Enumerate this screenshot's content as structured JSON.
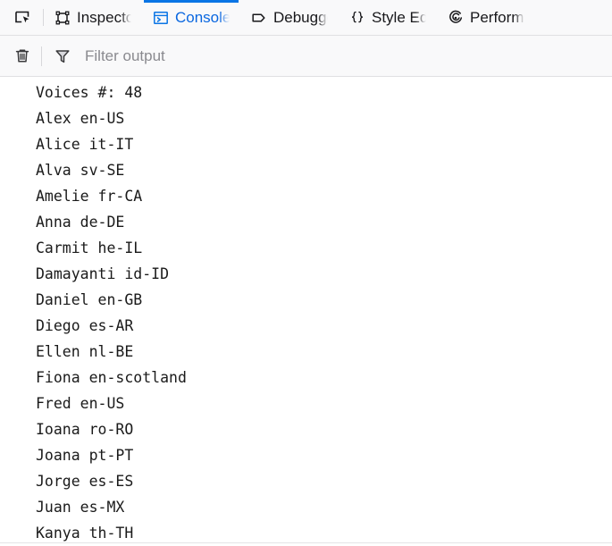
{
  "toolbar": {
    "picker": {
      "name": "element-picker",
      "tooltip": "Pick an element from the page"
    },
    "tabs": [
      {
        "id": "inspector",
        "label": "Inspector",
        "icon": "inspector-icon",
        "selected": false
      },
      {
        "id": "console",
        "label": "Console",
        "icon": "console-icon",
        "selected": true
      },
      {
        "id": "debugger",
        "label": "Debugger",
        "icon": "debugger-icon",
        "selected": false
      },
      {
        "id": "styleeditor",
        "label": "Style Editor",
        "icon": "style-editor-icon",
        "selected": false
      },
      {
        "id": "performance",
        "label": "Performance",
        "icon": "performance-icon",
        "selected": false
      }
    ],
    "accent_color": "#0a75e5",
    "background_color": "#f9f9fa"
  },
  "console_toolbar": {
    "clear_button": {
      "icon": "trash-icon",
      "label": "Clear console output"
    },
    "filter": {
      "icon": "funnel-icon",
      "value": "",
      "placeholder": "Filter output"
    }
  },
  "console_output": {
    "lines": [
      "Voices #: 48",
      "Alex en-US",
      "Alice it-IT",
      "Alva sv-SE",
      "Amelie fr-CA",
      "Anna de-DE",
      "Carmit he-IL",
      "Damayanti id-ID",
      "Daniel en-GB",
      "Diego es-AR",
      "Ellen nl-BE",
      "Fiona en-scotland",
      "Fred en-US",
      "Ioana ro-RO",
      "Joana pt-PT",
      "Jorge es-ES",
      "Juan es-MX",
      "Kanya th-TH"
    ]
  }
}
